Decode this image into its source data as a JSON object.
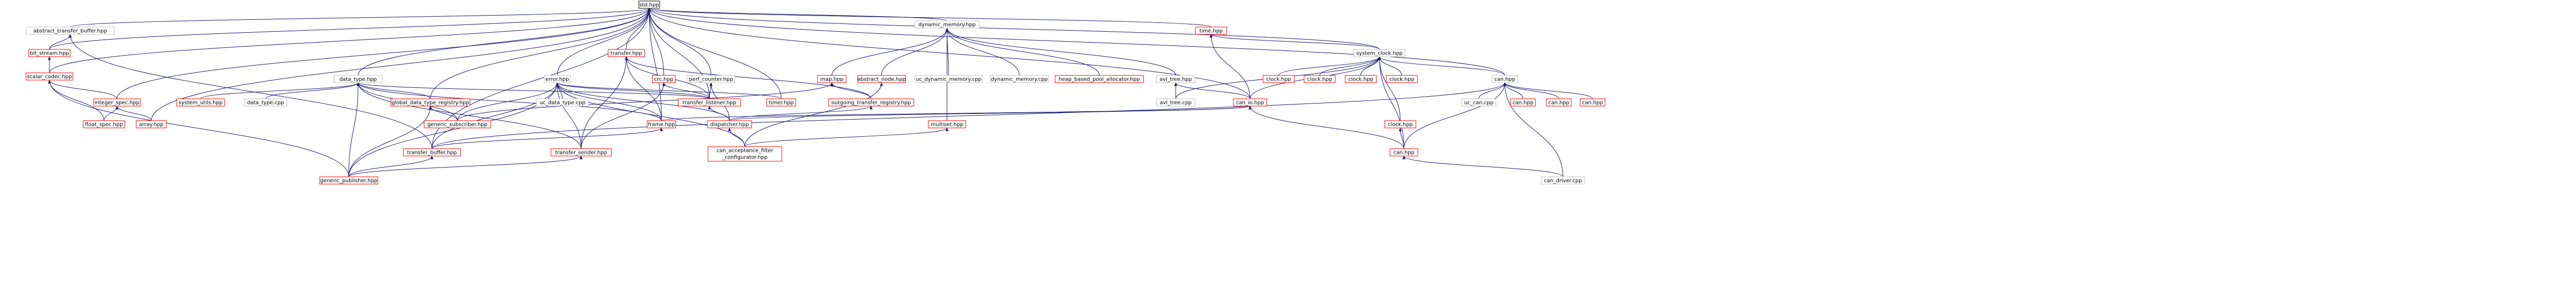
{
  "colors": {
    "edge": "#191970",
    "node_border": "#bfbfbf",
    "node_border_red": "#ff0000",
    "node_border_root": "#000000",
    "root_fill": "#bfbfbf",
    "text": "#000000"
  },
  "nodes": {
    "std": "std.hpp",
    "abstract_transfer_buffer": "abstract_transfer_buffer.hpp",
    "bit_stream": "bit_stream.hpp",
    "scalar_codec": "scalar_codec.hpp",
    "integer_spec": "integer_spec.hpp",
    "float_spec": "float_spec.hpp",
    "array": "array.hpp",
    "data_type": "data_type.hpp",
    "system_utils": "system_utils.hpp",
    "data_type_cpp": "data_type.cpp",
    "global_data_type_registry": "global_data_type_registry.hpp",
    "generic_subscriber": "generic_subscriber.hpp",
    "frame": "frame.hpp",
    "transfer_buffer": "transfer_buffer.hpp",
    "generic_publisher": "generic_publisher.hpp",
    "transfer": "transfer.hpp",
    "error": "error.hpp",
    "uc_data_type_cpp": "uc_data_type.cpp",
    "crc": "crc.hpp",
    "perf_counter": "perf_counter.hpp",
    "transfer_listener": "transfer_listener.hpp",
    "transfer_sender": "transfer_sender.hpp",
    "timer": "timer.hpp",
    "dispatcher": "dispatcher.hpp",
    "can_acceptance_filter": [
      "can_acceptance_filter",
      "_configurator.hpp"
    ],
    "dynamic_memory": "dynamic_memory.hpp",
    "map": "map.hpp",
    "abstract_node": "abstract_node.hpp",
    "uc_dynamic_memory_cpp": "uc_dynamic_memory.cpp",
    "dynamic_memory_cpp": "dynamic_memory.cpp",
    "heap_based_pool_allocator": "heap_based_pool_allocator.hpp",
    "outgoing_transfer_registry": "outgoing_transfer_registry.hpp",
    "multiset": "multiset.hpp",
    "avl_tree": "avl_tree.hpp",
    "avl_tree_cpp": "avl_tree.cpp",
    "time": "time.hpp",
    "system_clock": "system_clock.hpp",
    "clock1": "clock.hpp",
    "clock2": "clock.hpp",
    "clock3": "clock.hpp",
    "clock4": "clock.hpp",
    "clock5": "clock.hpp",
    "can_io": "can_io.hpp",
    "can": "can.hpp",
    "uc_can_cpp": "uc_can.cpp",
    "can1": "can.hpp",
    "can2": "can.hpp",
    "can3": "can.hpp",
    "can_driver": "can_driver.cpp"
  }
}
